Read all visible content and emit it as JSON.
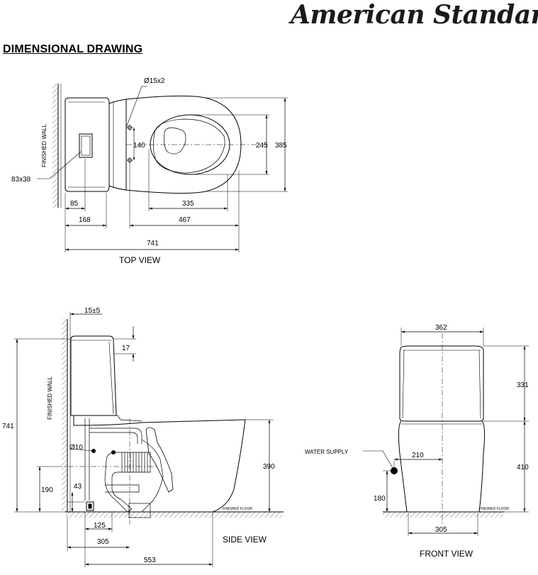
{
  "brand": {
    "logo_text": "American Standard"
  },
  "heading": "DIMENSIONAL DRAWING",
  "top_view": {
    "title": "TOP VIEW",
    "wall_label": "FINISHED WALL",
    "labels": {
      "hole": "Ø15x2",
      "spacing": "140",
      "outlet": "83x38",
      "d85": "85",
      "d168": "168",
      "d335": "335",
      "d467": "467",
      "d741": "741",
      "d245": "245",
      "d385": "385"
    }
  },
  "side_view": {
    "title": "SIDE VIEW",
    "wall_label": "FINISHED WALL",
    "floor_label": "FINISHED FLOOR",
    "labels": {
      "d15": "15±5",
      "d17": "17",
      "d741": "741",
      "d10": "Ø10",
      "d390": "390",
      "d190": "190",
      "d43": "43",
      "d125": "125",
      "d305": "305",
      "d553": "553"
    }
  },
  "front_view": {
    "title": "FRONT VIEW",
    "floor_label": "FINISHED FLOOR",
    "water_supply": "WATER SUPPLY",
    "labels": {
      "d362": "362",
      "d331": "331",
      "d410": "410",
      "d210": "210",
      "d180": "180",
      "d305": "305"
    }
  }
}
